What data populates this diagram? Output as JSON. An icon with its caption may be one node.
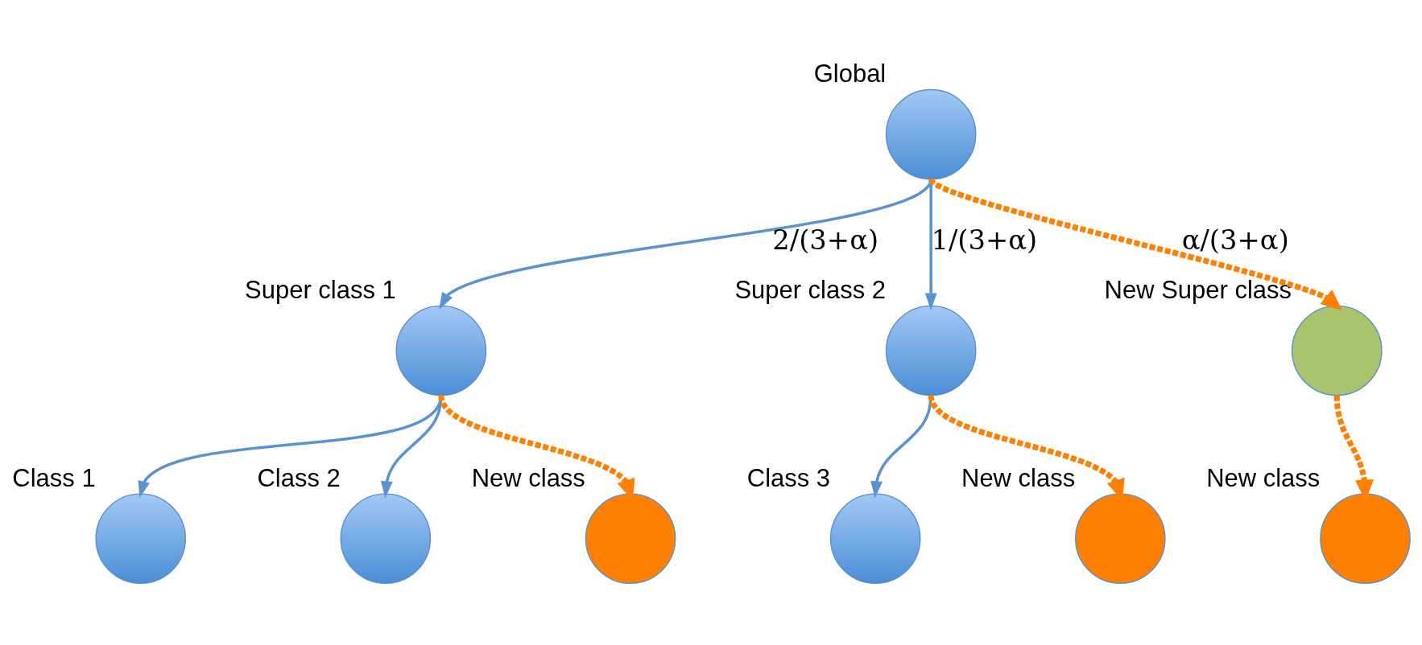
{
  "diagram": {
    "nodes": [
      {
        "text": [],
        "shape": "circle",
        "beside": [
          "Global"
        ]
      },
      {
        "text": [],
        "shape": "circle",
        "beside": [
          "Super class 1"
        ]
      },
      {
        "text": [],
        "shape": "circle",
        "beside": [
          "Super class 2"
        ]
      },
      {
        "text": [],
        "shape": "circle",
        "beside": [
          "New Super class"
        ]
      },
      {
        "text": [],
        "shape": "circle",
        "beside": [
          "Class 1"
        ]
      },
      {
        "text": [],
        "shape": "circle",
        "beside": [
          "Class 2"
        ]
      },
      {
        "text": [],
        "shape": "circle",
        "beside": [
          "New class"
        ]
      },
      {
        "text": [],
        "shape": "circle",
        "beside": [
          "Class 3"
        ]
      },
      {
        "text": [],
        "shape": "circle",
        "beside": [
          "New class"
        ]
      },
      {
        "text": [],
        "shape": "circle",
        "beside": [
          "New class"
        ]
      }
    ],
    "edges": [
      {
        "from": 0,
        "to": 1,
        "arrow": "to",
        "label": "2/(3+α)"
      },
      {
        "from": 0,
        "to": 2,
        "arrow": "to",
        "label": "1/(3+α)"
      },
      {
        "from": 0,
        "to": 3,
        "arrow": "to",
        "label": "α/(3+α)",
        "style": "dashed",
        "color": "#ff7f00"
      },
      {
        "from": 1,
        "to": 4,
        "arrow": "to"
      },
      {
        "from": 1,
        "to": 5,
        "arrow": "to"
      },
      {
        "from": 1,
        "to": 6,
        "arrow": "to",
        "style": "dashed",
        "color": "#ff7f00"
      },
      {
        "from": 2,
        "to": 7,
        "arrow": "to"
      },
      {
        "from": 2,
        "to": 8,
        "arrow": "to",
        "style": "dashed",
        "color": "#ff7f00"
      },
      {
        "from": 3,
        "to": 9,
        "arrow": "to",
        "style": "dashed",
        "color": "#ff7f00"
      }
    ]
  }
}
